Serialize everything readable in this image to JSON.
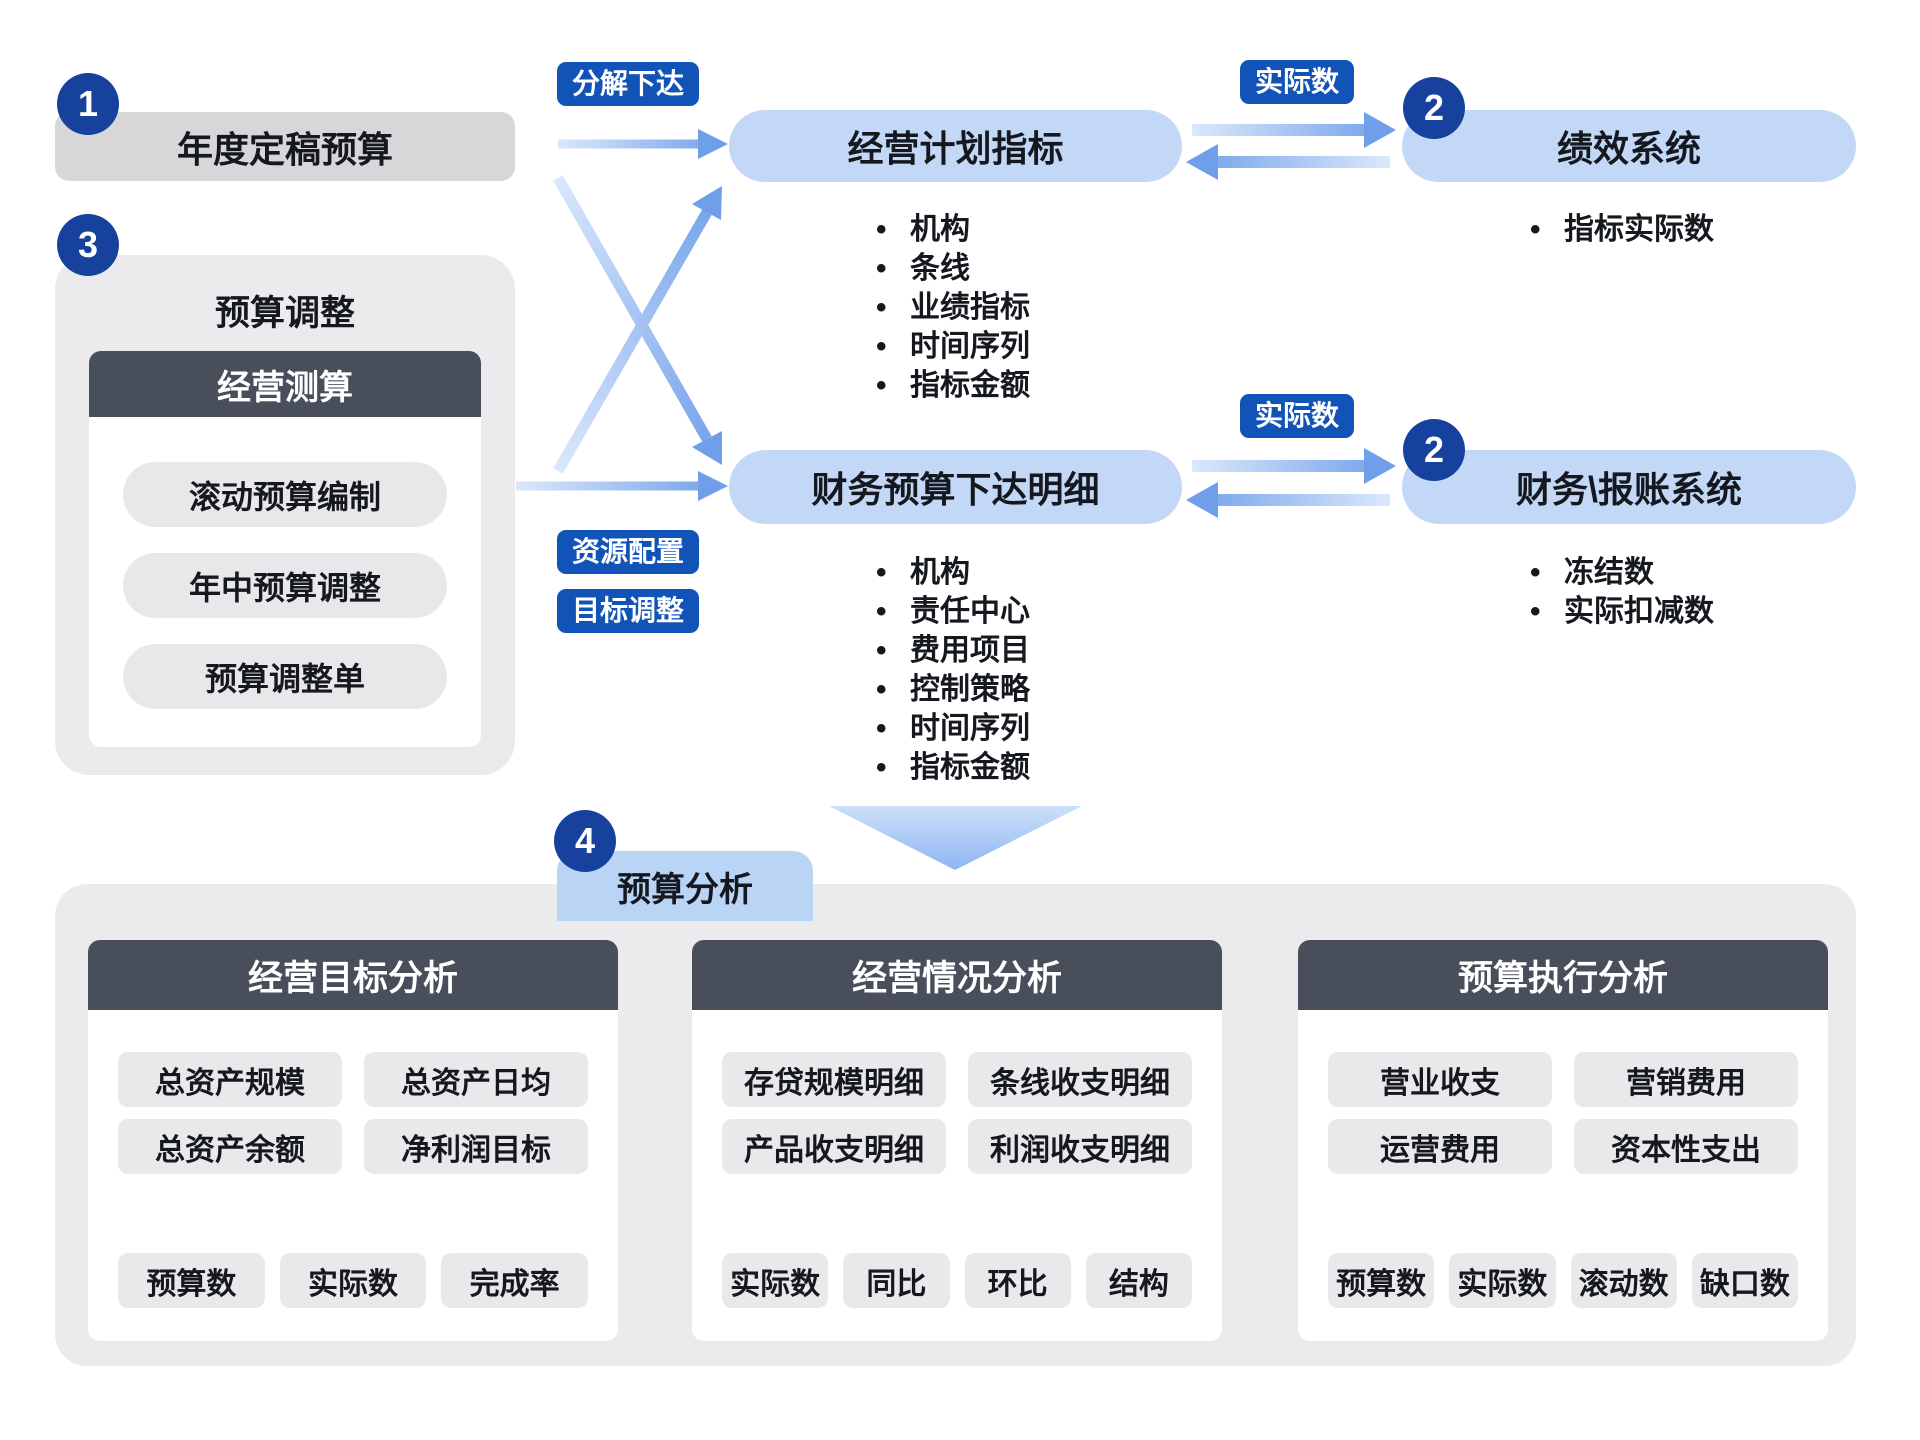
{
  "colors": {
    "badge_blue": "#16419c",
    "label_blue": "#1253b8",
    "node_blue": "#c3d8f7",
    "tab_blue": "#b9d4f5",
    "dark_header": "#484e5a",
    "gray_box": "#d7d7d9",
    "panel_gray": "#ebebed",
    "pill_gray": "#e9e9eb",
    "arrow_light": "#dbe8fc",
    "arrow_dark": "#6f9fe9"
  },
  "badges": {
    "step1": "1",
    "step2": "2",
    "step3": "3",
    "step4": "4"
  },
  "annual_budget": {
    "label": "年度定稿预算"
  },
  "adjust_panel": {
    "title": "预算调整",
    "header": "经营测算",
    "items": [
      "滚动预算编制",
      "年中预算调整",
      "预算调整单"
    ]
  },
  "flow_labels": {
    "decompose": "分解下达",
    "resource": "资源配置",
    "target": "目标调整",
    "actual": "实际数"
  },
  "plan_node": {
    "title": "经营计划指标",
    "bullets": [
      "机构",
      "条线",
      "业绩指标",
      "时间序列",
      "指标金额"
    ]
  },
  "perf_node": {
    "title": "绩效系统",
    "bullets": [
      "指标实际数"
    ]
  },
  "finance_node": {
    "title": "财务预算下达明细",
    "bullets": [
      "机构",
      "责任中心",
      "费用项目",
      "控制策略",
      "时间序列",
      "指标金额"
    ]
  },
  "report_node": {
    "title": "财务\\报账系统",
    "bullets": [
      "冻结数",
      "实际扣减数"
    ]
  },
  "analysis": {
    "tab": "预算分析",
    "cards": [
      {
        "title": "经营目标分析",
        "pills": [
          "总资产规模",
          "总资产日均",
          "总资产余额",
          "净利润目标"
        ],
        "metrics": [
          "预算数",
          "实际数",
          "完成率"
        ]
      },
      {
        "title": "经营情况分析",
        "pills": [
          "存贷规模明细",
          "条线收支明细",
          "产品收支明细",
          "利润收支明细"
        ],
        "metrics": [
          "实际数",
          "同比",
          "环比",
          "结构"
        ]
      },
      {
        "title": "预算执行分析",
        "pills": [
          "营业收支",
          "营销费用",
          "运营费用",
          "资本性支出"
        ],
        "metrics": [
          "预算数",
          "实际数",
          "滚动数",
          "缺口数"
        ]
      }
    ]
  }
}
